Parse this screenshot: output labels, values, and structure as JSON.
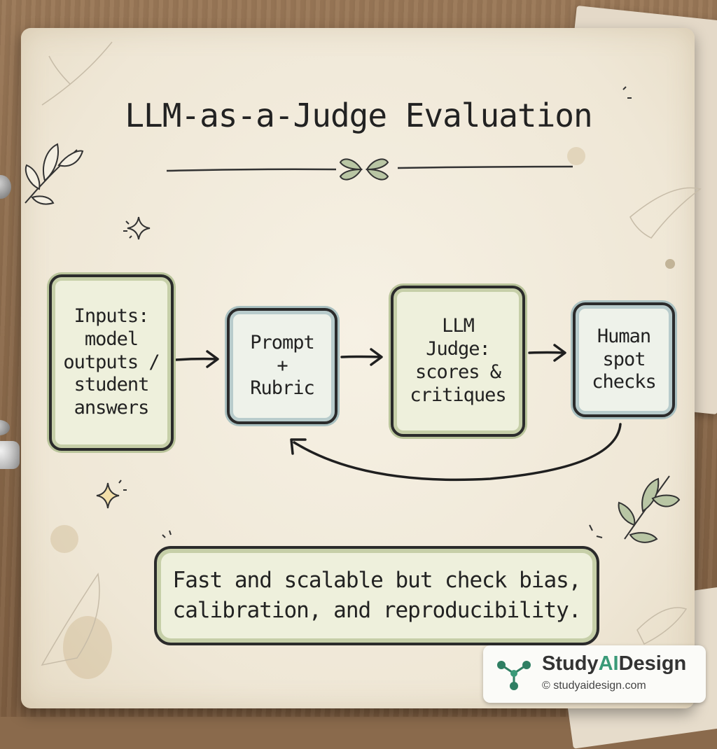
{
  "title": "LLM-as-a-Judge Evaluation",
  "nodes": {
    "inputs": "Inputs:\nmodel\noutputs /\nstudent\nanswers",
    "prompt": "Prompt\n+\nRubric",
    "judge": "LLM\nJudge:\nscores &\ncritiques",
    "human": "Human\nspot\nchecks"
  },
  "note": "Fast and scalable but check bias,\ncalibration, and reproducibility.",
  "logo": {
    "brand_prefix": "Study",
    "brand_accent": "AI",
    "brand_suffix": "Design",
    "url": "© studyaidesign.com",
    "accent_color": "#3a9a78"
  },
  "colors": {
    "green_fill": "#eef0dc",
    "green_ring": "#c6cfa8",
    "blue_ring": "#b8cccc",
    "ink": "#222222",
    "leaf": "#b9c6a4"
  }
}
